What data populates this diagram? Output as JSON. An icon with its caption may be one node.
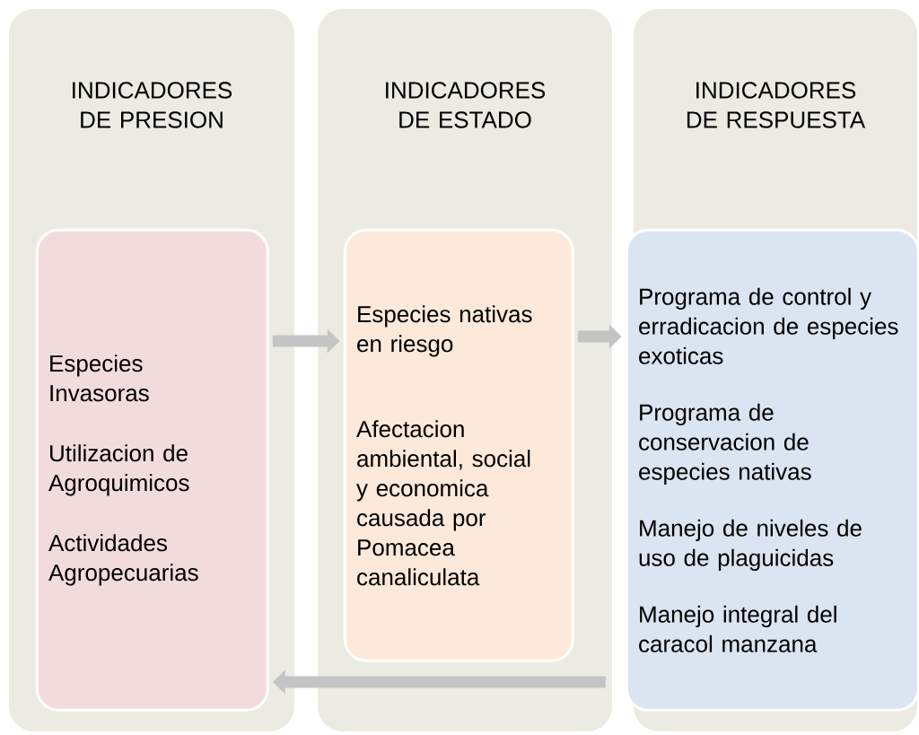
{
  "diagram": {
    "nodes": [
      {
        "text": [
          "INDICADORES DE PRESION"
        ]
      },
      {
        "text": [
          "Especies Invasoras",
          "Utilizacion de Agroquimicos",
          "Actividades Agropecuarias"
        ],
        "in": 0
      },
      {
        "text": [
          "INDICADORES DE ESTADO"
        ]
      },
      {
        "text": [
          "Especies nativas en riesgo",
          "Afectacion ambiental, social y economica causada por Pomacea canaliculata"
        ],
        "in": 2
      },
      {
        "text": [
          "INDICADORES DE RESPUESTA"
        ]
      },
      {
        "text": [
          "Programa de control y erradicacion  de especies exoticas",
          "Programa de conservacion de especies nativas",
          "Manejo de niveles de uso de plaguicidas",
          "Manejo integral del caracol manzana"
        ],
        "in": 4
      }
    ],
    "edges": [
      {
        "from": 1,
        "to": 3,
        "arrow": "to"
      },
      {
        "from": 3,
        "to": 5,
        "arrow": "to"
      },
      {
        "from": 5,
        "to": 1,
        "arrow": "to"
      }
    ]
  }
}
